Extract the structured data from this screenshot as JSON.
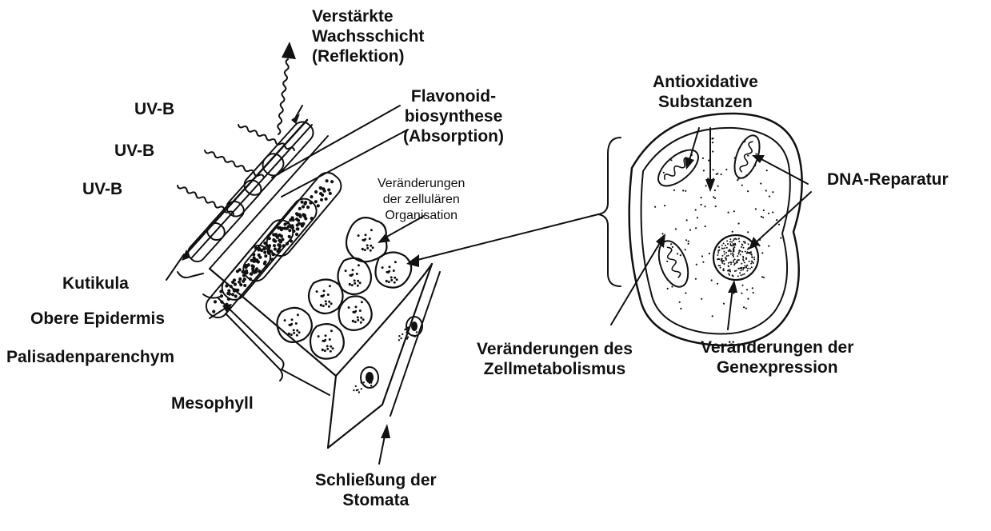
{
  "diagram": {
    "labels": {
      "wax_layer": [
        "Verstärkte",
        "Wachsschicht",
        "(Reflektion)"
      ],
      "flavonoid": [
        "Flavonoid-",
        "biosynthese",
        "(Absorption)"
      ],
      "uvb_1": "UV-B",
      "uvb_2": "UV-B",
      "uvb_3": "UV-B",
      "cell_org": [
        "Veränderungen",
        "der zellulären",
        "Organisation"
      ],
      "kutikula": "Kutikula",
      "epidermis": "Obere Epidermis",
      "palisade": "Palisadenparenchym",
      "mesophyll": "Mesophyll",
      "stomata": [
        "Schließung der",
        "Stomata"
      ],
      "antioxidative": [
        "Antioxidative",
        "Substanzen"
      ],
      "dna_repair": "DNA-Reparatur",
      "metabolism": [
        "Veränderungen des",
        "Zellmetabolismus"
      ],
      "gene_expression": [
        "Veränderungen der",
        "Genexpression"
      ]
    }
  }
}
